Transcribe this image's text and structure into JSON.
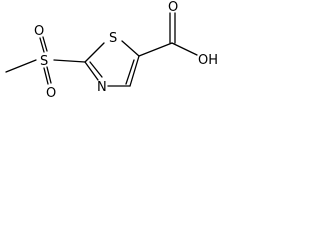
{
  "molecule": {
    "atoms": {
      "sulfonyl_s": "S",
      "sulfonyl_o_top": "O",
      "sulfonyl_o_bottom": "O",
      "ring_s": "S",
      "ring_n": "N",
      "carbonyl_o": "O",
      "hydroxyl": "OH"
    },
    "colors": {
      "ink": "#000000",
      "background": "#ffffff"
    }
  }
}
